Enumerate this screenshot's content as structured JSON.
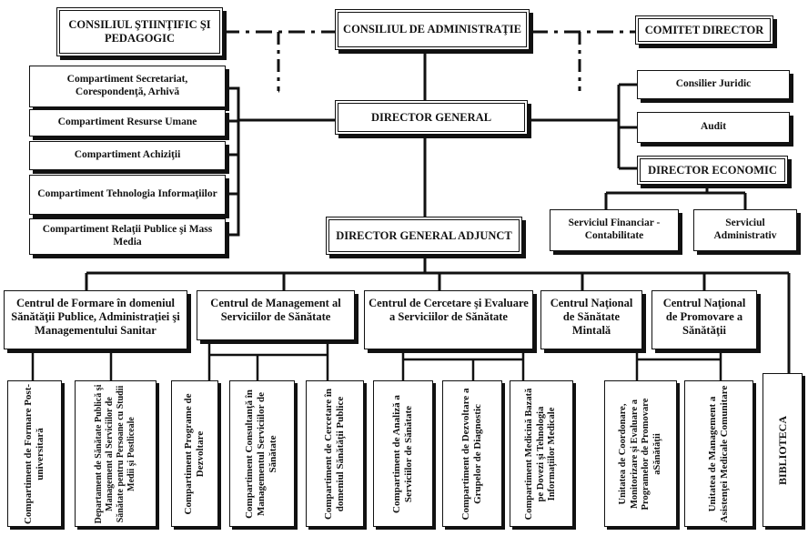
{
  "top": {
    "consiliul_stiintific": "CONSILIUL ŞTIINŢIFIC ŞI PEDAGOGIC",
    "consiliul_administratie": "CONSILIUL DE ADMINISTRAŢIE",
    "comitet_director": "COMITET DIRECTOR"
  },
  "director_general": "DIRECTOR GENERAL",
  "director_general_adjunct": "DIRECTOR GENERAL ADJUNCT",
  "director_economic": "DIRECTOR ECONOMIC",
  "left_compartments": [
    "Compartiment Secretariat, Corespondenţă, Arhivă",
    "Compartiment Resurse Umane",
    "Compartiment Achiziţii",
    "Compartiment Tehnologia Informaţiilor",
    "Compartiment Relaţii Publice şi Mass Media"
  ],
  "right_units": [
    "Consilier Juridic",
    "Audit"
  ],
  "economic_units": [
    "Serviciul Financiar - Contabilitate",
    "Serviciul Administrativ"
  ],
  "centers": [
    "Centrul de Formare în domeniul Sănătăţii Publice, Administraţiei şi Managementului Sanitar",
    "Centrul de Management al Serviciilor de Sănătate",
    "Centrul de Cercetare şi Evaluare a Serviciilor de Sănătate",
    "Centrul Naţional de Sănătate Mintală",
    "Centrul Naţional de Promovare a Sănătăţii"
  ],
  "bottom_units": [
    "Compartiment de Formare Post-universitară",
    "Departament de Sănătate Publică şi Management al Serviciilor de Sănătate pentru Persoane cu Studii Medii şi Postliceale",
    "Compartiment Programe de Dezvoltare",
    "Compartiment Consultanţă în Managementul Serviciilor de Sănătate",
    "Compartiment de Cercetare în domeniul Sănătăţii Publice",
    "Compartiment de Analiză a Serviciilor de Sănătate",
    "Compartiment de Dezvoltare a Grupelor de Diagnostic",
    "Compartiment Medicină Bazată pe Dovezi şi Tehnologia Informaţiilor Medicale",
    "Unitatea de Coordonare, Monitorizare şi Evaluare a Programelor de Promovare aSănătăţii",
    "Unitatea de Management a Asistenţei Medicale Comunitare",
    "BIBLIOTECA"
  ]
}
